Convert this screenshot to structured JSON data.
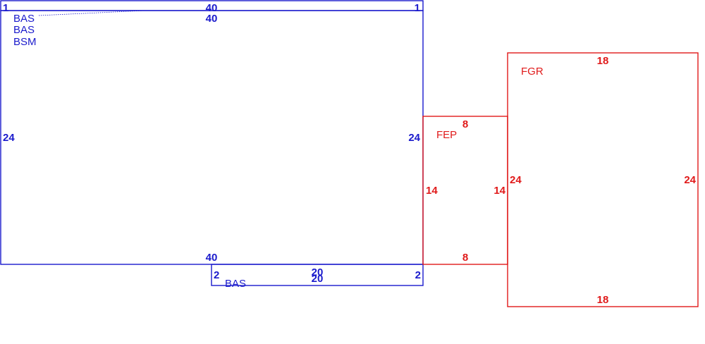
{
  "colors": {
    "blue": "#1a1acc",
    "red": "#e01a1a"
  },
  "blue": {
    "top_strip": {
      "left": "1",
      "top": "40",
      "right": "1"
    },
    "main_room": {
      "codes": [
        "BAS",
        "BAS",
        "BSM"
      ],
      "top": "40",
      "left": "24",
      "right": "24",
      "bottom": "40"
    },
    "bottom_strip": {
      "top_a": "20",
      "top_b": "20",
      "left": "2",
      "right": "2",
      "code": "BAS"
    }
  },
  "red": {
    "small_room": {
      "code": "FEP",
      "top": "8",
      "left": "14",
      "right": "14",
      "bottom": "8"
    },
    "large_room": {
      "code": "FGR",
      "top": "18",
      "left": "24",
      "right": "24",
      "bottom": "18"
    }
  }
}
